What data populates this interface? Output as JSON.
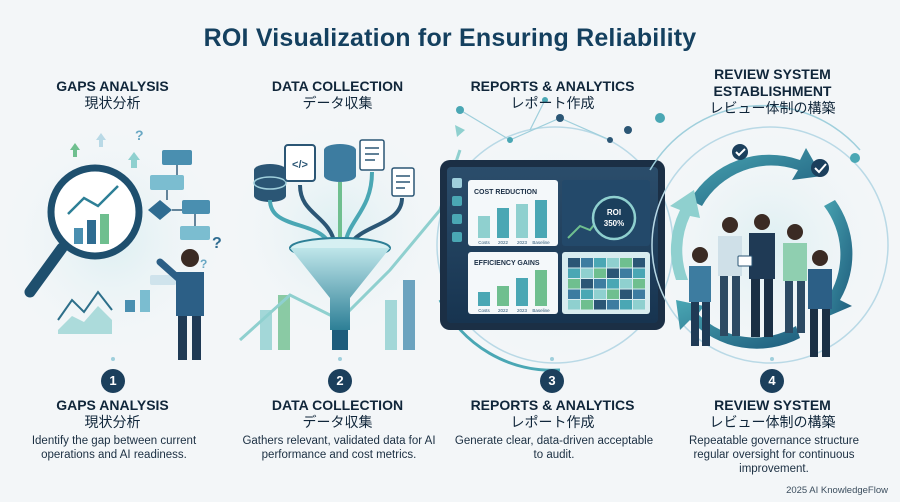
{
  "title": "ROI Visualization for Ensuring Reliability",
  "steps": [
    {
      "number": "1",
      "header_en": "GAPS ANALYSIS",
      "header_ja": "現状分析",
      "title_en": "GAPS ANALYSIS",
      "title_ja": "現状分析",
      "description": "Identify the gap between current operations and AI readiness."
    },
    {
      "number": "2",
      "header_en": "DATA COLLECTION",
      "header_ja": "データ収集",
      "title_en": "DATA COLLECTION",
      "title_ja": "データ収集",
      "description": "Gathers relevant, validated data for AI performance and cost metrics."
    },
    {
      "number": "3",
      "header_en": "REPORTS & ANALYTICS",
      "header_ja": "レポート作成",
      "title_en": "REPORTS & ANALYTICS",
      "title_ja": "レポート作成",
      "description": "Generate clear, data-driven acceptable to audit."
    },
    {
      "number": "4",
      "header_en": "REVIEW SYSTEM ESTABLISHMENT",
      "header_ja": "レビュー体制の構築",
      "title_en": "REVIEW SYSTEM",
      "title_ja": "レビュー体制の構築",
      "description": "Repeatable governance structure regular oversight for continuous improvement."
    }
  ],
  "dashboard": {
    "cost_label": "COST REDUCTION",
    "roi_label": "ROI",
    "roi_value": "350%",
    "efficiency_label": "EFFICIENCY GAINS",
    "bar_labels": [
      "Costs",
      "2022",
      "2023",
      "Baseline"
    ]
  },
  "question_mark": "?",
  "code_glyph": "</>",
  "footer": "2025 AI KnowledgeFlow",
  "colors": {
    "dark_navy": "#14405f",
    "teal": "#2f8fa0",
    "light_teal": "#8fd0cf",
    "green": "#6fbf8f",
    "badge": "#1b3f5c"
  }
}
